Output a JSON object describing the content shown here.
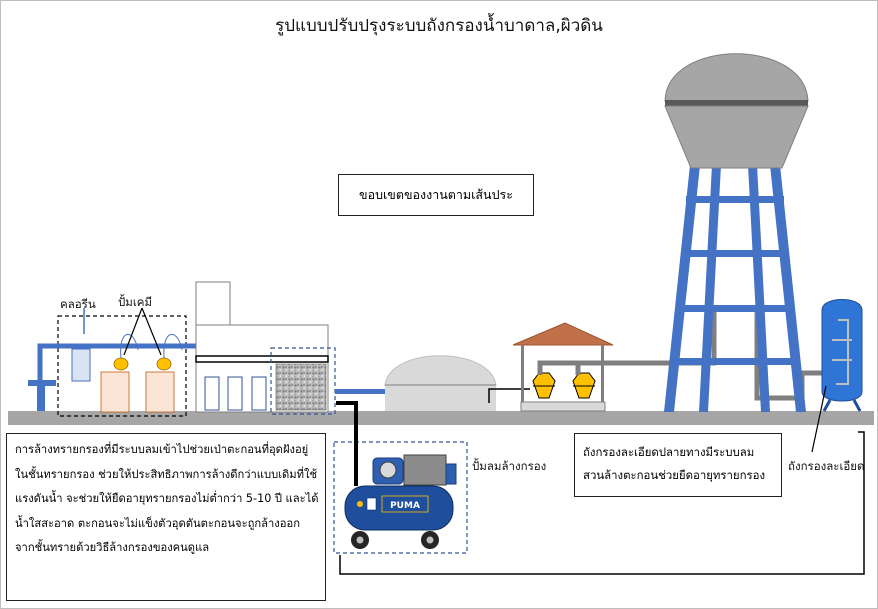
{
  "title": "รูปแบบปรับปรุงระบบถังกรองน้ำบาดาล,ผิวดิน",
  "scope_note": "ขอบเขตของงานตามเส้นประ",
  "labels": {
    "chlorine": "คลอรีน",
    "chemical_pump": "ปั้มเคมี",
    "air_blower": "ปั้มลมล้างกรอง",
    "fine_filter_tank": "ถังกรองละเอียด"
  },
  "description_lines": [
    "การล้างทรายกรองที่มีระบบลมเข้าไปช่วยเป่าตะกอนที่อุดฝังอยู่",
    "ในชั้นทรายกรอง ช่วยให้ประสิทธิภาพการล้างดีกว่าแบบเดิมที่ใช้",
    "แรงดันน้ำ จะช่วยให้ยืดอายุทรายกรองไม่ต่ำกว่า 5-10 ปี และได้",
    "น้ำใสสะอาด ตะกอนจะไม่แข็งตัวอุดตันตะกอนจะถูกล้างออก",
    "จากชั้นทรายด้วยวิธีล้างกรองของคนดูแล"
  ],
  "fine_filter_note_lines": [
    "ถังกรองละเอียดปลายทางมีระบบลม",
    "สวนล้างตะกอนช่วยยืดอายุทรายกรอง"
  ],
  "compressor_brand": "PUMA",
  "colors": {
    "tower_blue": "#4472c4",
    "tank_grey": "#a6a6a6",
    "ground_grey": "#a6a6a6",
    "chemical_tank": "#fbe5d6",
    "pump_yellow": "#ffc000",
    "roof_brown": "#c0714a",
    "compressor_blue": "#1f4e9c",
    "dash_blue": "#2f5597"
  }
}
